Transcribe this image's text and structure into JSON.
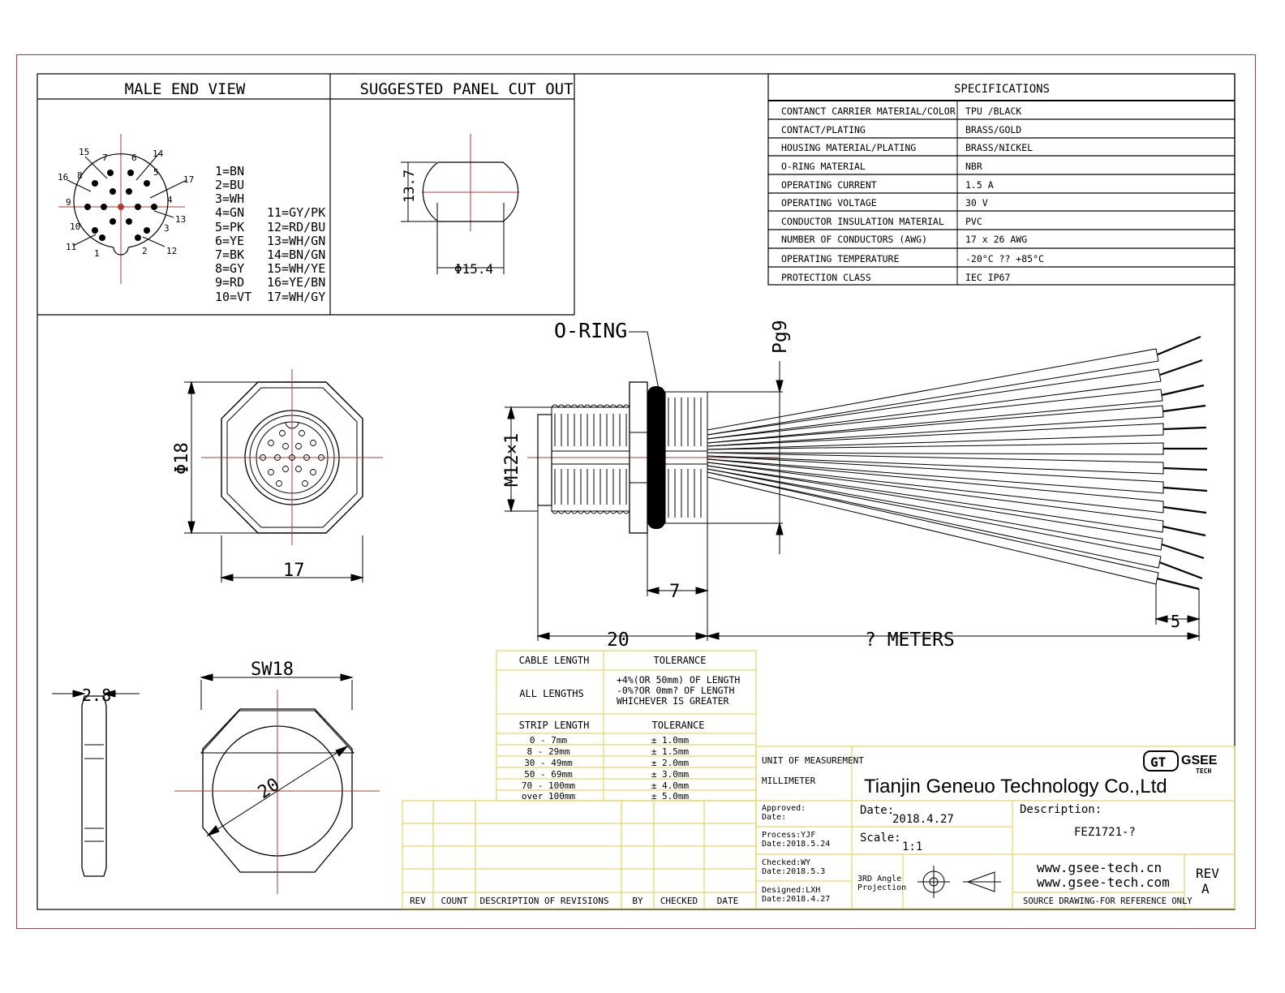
{
  "headers": {
    "male_end_view": "MALE END VIEW",
    "panel_cut_out": "SUGGESTED PANEL CUT OUT",
    "specifications": "SPECIFICATIONS"
  },
  "pin_numbers": [
    "15",
    "7",
    "6",
    "14",
    "16",
    "8",
    "5",
    "17",
    "9",
    "4",
    "10",
    "13",
    "3",
    "11",
    "1",
    "2",
    "12"
  ],
  "pin_colors_left": [
    "1=BN",
    "2=BU",
    "3=WH",
    "4=GN",
    "5=PK",
    "6=YE",
    "7=BK",
    "8=GY",
    "9=RD",
    "10=VT"
  ],
  "pin_colors_right": [
    "11=GY/PK",
    "12=RD/BU",
    "13=WH/GN",
    "14=BN/GN",
    "15=WH/YE",
    "16=YE/BN",
    "17=WH/GY"
  ],
  "panel_dims": {
    "height": "13.7",
    "diameter": "Φ15.4"
  },
  "specs": [
    {
      "label": "CONTANCT CARRIER MATERIAL/COLOR",
      "value": "TPU /BLACK"
    },
    {
      "label": "CONTACT/PLATING",
      "value": "BRASS/GOLD"
    },
    {
      "label": "HOUSING MATERIAL/PLATING",
      "value": "BRASS/NICKEL"
    },
    {
      "label": "O-RING MATERIAL",
      "value": "NBR"
    },
    {
      "label": "OPERATING CURRENT",
      "value": "1.5 A"
    },
    {
      "label": "OPERATING VOLTAGE",
      "value": "30 V"
    },
    {
      "label": "CONDUCTOR INSULATION MATERIAL",
      "value": "PVC"
    },
    {
      "label": "NUMBER OF CONDUCTORS (AWG)",
      "value": "17 x 26 AWG"
    },
    {
      "label": "OPERATING TEMPERATURE",
      "value": "-20°C ?? +85°C"
    },
    {
      "label": "PROTECTION CLASS",
      "value": "IEC  IP67"
    }
  ],
  "front_dims": {
    "diameter": "Φ18",
    "width": "17"
  },
  "side_dims": {
    "oring": "O-RING",
    "thread": "Pg9",
    "m12": "M12×1",
    "seven": "7",
    "twenty": "20",
    "meters": "? METERS",
    "five": "5"
  },
  "nut_dims": {
    "thickness": "2.8",
    "sw": "SW18",
    "dia": "20"
  },
  "tolerance": {
    "h1": "CABLE LENGTH",
    "h2": "TOLERANCE",
    "all_lengths": "ALL LENGTHS",
    "all_tol": [
      "+4%(OR 50mm) OF LENGTH",
      "-0%?OR 0mm? OF LENGTH",
      "WHICHEVER  IS  GREATER"
    ],
    "h3": "STRIP LENGTH",
    "h4": "TOLERANCE",
    "rows": [
      {
        "len": "0 - 7mm",
        "tol": "± 1.0mm"
      },
      {
        "len": "8 - 29mm",
        "tol": "± 1.5mm"
      },
      {
        "len": "30 - 49mm",
        "tol": "± 2.0mm"
      },
      {
        "len": "50 - 69mm",
        "tol": "± 3.0mm"
      },
      {
        "len": "70 - 100mm",
        "tol": "± 4.0mm"
      },
      {
        "len": "over 100mm",
        "tol": "± 5.0mm"
      }
    ]
  },
  "revisions": {
    "headers": [
      "REV",
      "COUNT",
      "DESCRIPTION  OF  REVISIONS",
      "BY",
      "CHECKED",
      "DATE"
    ]
  },
  "title_block": {
    "unit_label": "UNIT OF MEASUREMENT",
    "unit": "MILLIMETER",
    "company": "Tianjin Geneuo Technology Co.,Ltd",
    "logo_gt": "GT",
    "logo_gsee": "GSEE",
    "logo_tech": "TECH",
    "approved": "Approved:",
    "approved_date": "Date:",
    "process": "Process:YJF",
    "process_date": "Date:2018.5.24",
    "checked": "Checked:WY",
    "checked_date": "Date:2018.5.3",
    "designed": "Designed:LXH",
    "designed_date": "Date:2018.4.27",
    "date_label": "Date:",
    "date_value": "2018.4.27",
    "scale_label": "Scale:",
    "scale_value": "1:1",
    "projection_1": "3RD Angle",
    "projection_2": "Projection",
    "desc_label": "Description:",
    "desc_value": "FEZ1721-?",
    "url1": "www.gsee-tech.cn",
    "url2": "www.gsee-tech.com",
    "source": "SOURCE DRAWING-FOR REFERENCE ONLY",
    "rev_label": "REV",
    "rev_value": "A"
  },
  "colors": {
    "line": "#000000",
    "center": "#b03a3a",
    "table": "#e8d86a",
    "frame": "#b03a3a"
  }
}
